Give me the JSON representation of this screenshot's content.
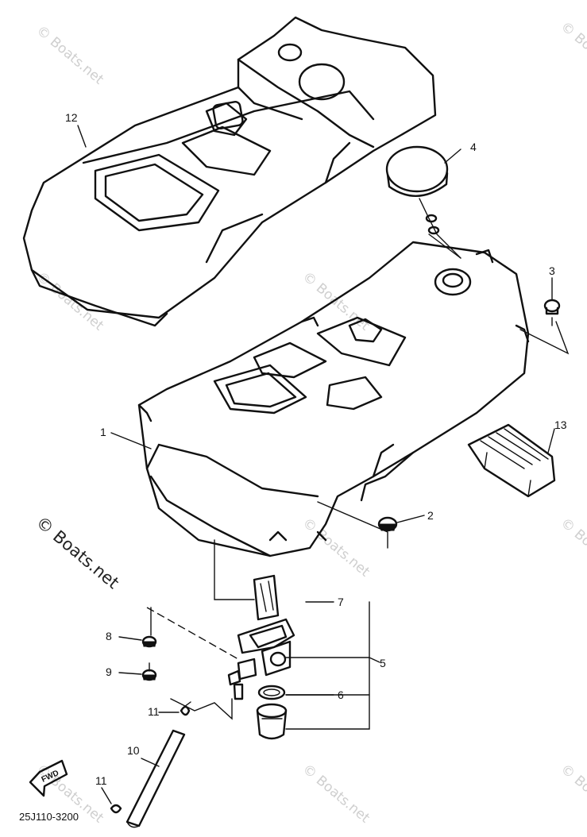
{
  "callouts": [
    {
      "id": "1",
      "label": "1"
    },
    {
      "id": "2",
      "label": "2"
    },
    {
      "id": "3",
      "label": "3"
    },
    {
      "id": "4",
      "label": "4"
    },
    {
      "id": "5",
      "label": "5"
    },
    {
      "id": "6",
      "label": "6"
    },
    {
      "id": "7",
      "label": "7"
    },
    {
      "id": "8",
      "label": "8"
    },
    {
      "id": "9",
      "label": "9"
    },
    {
      "id": "10",
      "label": "10"
    },
    {
      "id": "11a",
      "label": "11"
    },
    {
      "id": "11b",
      "label": "11"
    },
    {
      "id": "12",
      "label": "12"
    },
    {
      "id": "13",
      "label": "13"
    }
  ],
  "reference_code": "25J110-3200",
  "direction_label": "FWD",
  "watermark": "© Boats.net",
  "colors": {
    "line": "#111111",
    "background": "#ffffff",
    "watermark_faint": "#cfcfcf",
    "watermark_strong": "#222222"
  }
}
